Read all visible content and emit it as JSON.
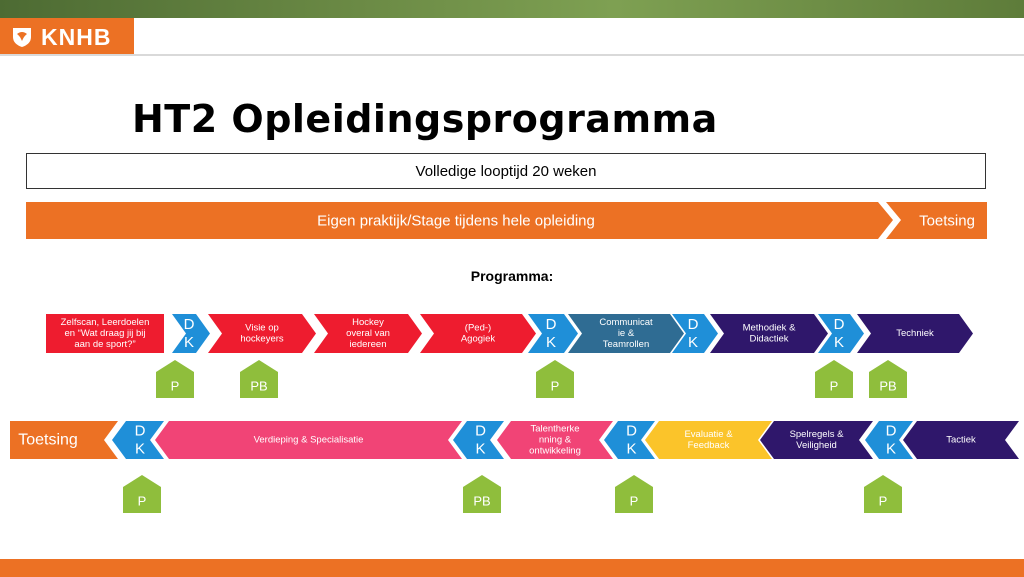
{
  "header": {
    "logo_text": "KNHB",
    "crest_icon": "knhb-crest-icon"
  },
  "title": "HT2 Opleidingsprogramma",
  "duration_box": "Volledige looptijd 20 weken",
  "practice_bar": {
    "label": "Eigen praktijk/Stage tijdens hele opleiding",
    "end_label": "Toetsing"
  },
  "program_label": "Programma:",
  "colors": {
    "orange": "#ec7124",
    "red": "#ee1c2f",
    "blue": "#1f8fd8",
    "steel": "#2f6c93",
    "purple": "#2f176b",
    "pink": "#f14476",
    "yellow": "#fbc42a",
    "green": "#8fbe3c"
  },
  "row1": [
    {
      "lines": [
        "Zelfscan, Leerdoelen",
        "en “Wat draag jij bij",
        "aan de sport?”"
      ],
      "color": "#ee1c2f",
      "shape": "rect"
    },
    {
      "lines": [
        "D",
        "K"
      ],
      "color": "#1f8fd8",
      "shape": "dk"
    },
    {
      "lines": [
        "Visie op",
        "hockeyers"
      ],
      "color": "#ee1c2f",
      "shape": "chev"
    },
    {
      "lines": [
        "Hockey",
        "overal van",
        "iedereen"
      ],
      "color": "#ee1c2f",
      "shape": "chev"
    },
    {
      "lines": [
        "(Ped-)",
        "Agogiek"
      ],
      "color": "#ee1c2f",
      "shape": "chev"
    },
    {
      "lines": [
        "D",
        "K"
      ],
      "color": "#1f8fd8",
      "shape": "dk"
    },
    {
      "lines": [
        "Communicat",
        "ie &",
        "Teamrollen"
      ],
      "color": "#2f6c93",
      "shape": "chev"
    },
    {
      "lines": [
        "D",
        "K"
      ],
      "color": "#1f8fd8",
      "shape": "dk"
    },
    {
      "lines": [
        "Methodiek &",
        "Didactiek"
      ],
      "color": "#2f176b",
      "shape": "chev"
    },
    {
      "lines": [
        "D",
        "K"
      ],
      "color": "#1f8fd8",
      "shape": "dk"
    },
    {
      "lines": [
        "Techniek"
      ],
      "color": "#2f176b",
      "shape": "chev"
    }
  ],
  "row1_badges": [
    "P",
    "PB",
    "P",
    "P",
    "PB"
  ],
  "row2": [
    {
      "lines": [
        "Toetsing"
      ],
      "color": "#ec7124",
      "shape": "start"
    },
    {
      "lines": [
        "D",
        "K"
      ],
      "color": "#1f8fd8",
      "shape": "dk"
    },
    {
      "lines": [
        "Verdieping & Specialisatie"
      ],
      "color": "#f14476",
      "shape": "chev"
    },
    {
      "lines": [
        "D",
        "K"
      ],
      "color": "#1f8fd8",
      "shape": "dk"
    },
    {
      "lines": [
        "Talentherke",
        "nning &",
        "ontwikkeling"
      ],
      "color": "#f14476",
      "shape": "chev"
    },
    {
      "lines": [
        "D",
        "K"
      ],
      "color": "#1f8fd8",
      "shape": "dk"
    },
    {
      "lines": [
        "Evaluatie &",
        "Feedback"
      ],
      "color": "#fbc42a",
      "shape": "chev"
    },
    {
      "lines": [
        "Spelregels &",
        "Veiligheid"
      ],
      "color": "#2f176b",
      "shape": "chev"
    },
    {
      "lines": [
        "D",
        "K"
      ],
      "color": "#1f8fd8",
      "shape": "dk"
    },
    {
      "lines": [
        "Tactiek"
      ],
      "color": "#2f176b",
      "shape": "chev"
    }
  ],
  "row2_badges": [
    "P",
    "PB",
    "P",
    "P"
  ]
}
